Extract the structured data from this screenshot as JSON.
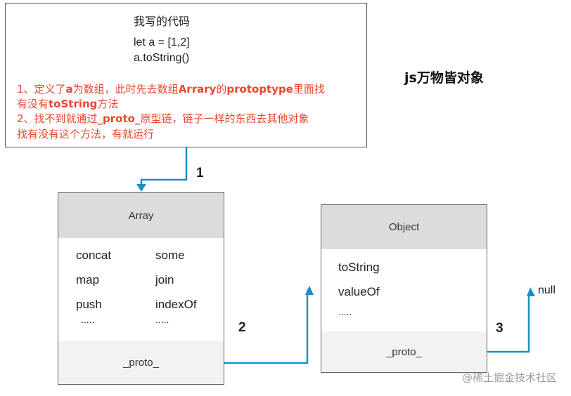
{
  "code_box": {
    "title": "我写的代码",
    "lines": [
      "let a = [1,2]",
      "a.toString()"
    ],
    "notes": [
      {
        "pre": "1、定义了",
        "b1": "a",
        "mid": "为数组，此时先去数组",
        "b2": "Arrary",
        "mid2": "的",
        "b3": "protoptype",
        "post": "里面找"
      },
      {
        "pre": "有没有",
        "b1": "toString",
        "post": "方法"
      },
      {
        "pre": "2、找不到就通过",
        "b1": "_proto_",
        "post": "原型链，链子一样的东西去其他对象"
      },
      {
        "pre": "找有没有这个方法，有就运行"
      }
    ]
  },
  "headline": "js万物皆对象",
  "steps": [
    "1",
    "2",
    "3"
  ],
  "array_box": {
    "title": "Array",
    "methods_left": [
      "concat",
      "map",
      "push",
      "....."
    ],
    "methods_right": [
      "some",
      "join",
      "indexOf",
      "....."
    ],
    "proto": "_proto_"
  },
  "object_box": {
    "title": "Object",
    "methods": [
      "toString",
      "valueOf",
      "....."
    ],
    "proto": "_proto_"
  },
  "null_label": "null",
  "watermark": "@稀土掘金技术社区",
  "colors": {
    "arrow": "#1a8fc7",
    "note_text": "#e8472e",
    "header_bg": "#dcdcdc",
    "footer_bg": "#f2f2f2"
  }
}
